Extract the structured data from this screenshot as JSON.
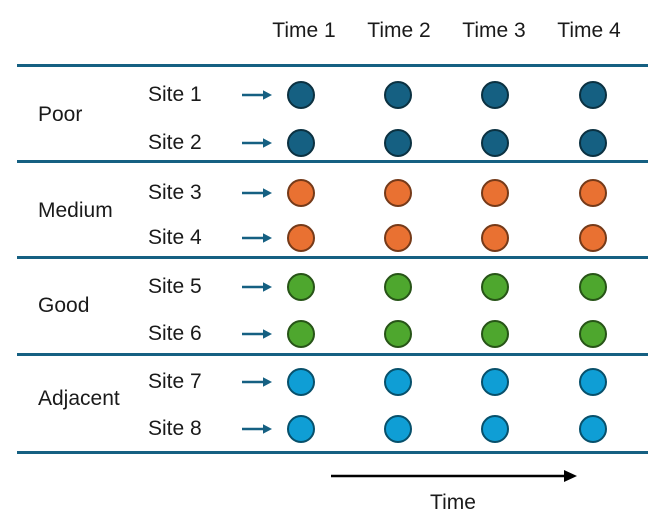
{
  "header": {
    "time_labels": [
      "Time 1",
      "Time 2",
      "Time 3",
      "Time 4"
    ]
  },
  "groups": [
    {
      "label": "Poor",
      "dot_fill": "#156082",
      "dot_stroke": "#0B3141",
      "sites": [
        "Site 1",
        "Site 2"
      ]
    },
    {
      "label": "Medium",
      "dot_fill": "#E97132",
      "dot_stroke": "#753A19",
      "sites": [
        "Site 3",
        "Site 4"
      ]
    },
    {
      "label": "Good",
      "dot_fill": "#4EA72E",
      "dot_stroke": "#275417",
      "sites": [
        "Site 5",
        "Site 6"
      ]
    },
    {
      "label": "Adjacent",
      "dot_fill": "#0F9ED5",
      "dot_stroke": "#07506B",
      "sites": [
        "Site 7",
        "Site 8"
      ]
    }
  ],
  "footer": {
    "time_axis_label": "Time"
  },
  "colors": {
    "divider_line": "#156082",
    "row_arrow": "#156082",
    "time_arrow": "#000000",
    "text": "#1A1A1A"
  }
}
